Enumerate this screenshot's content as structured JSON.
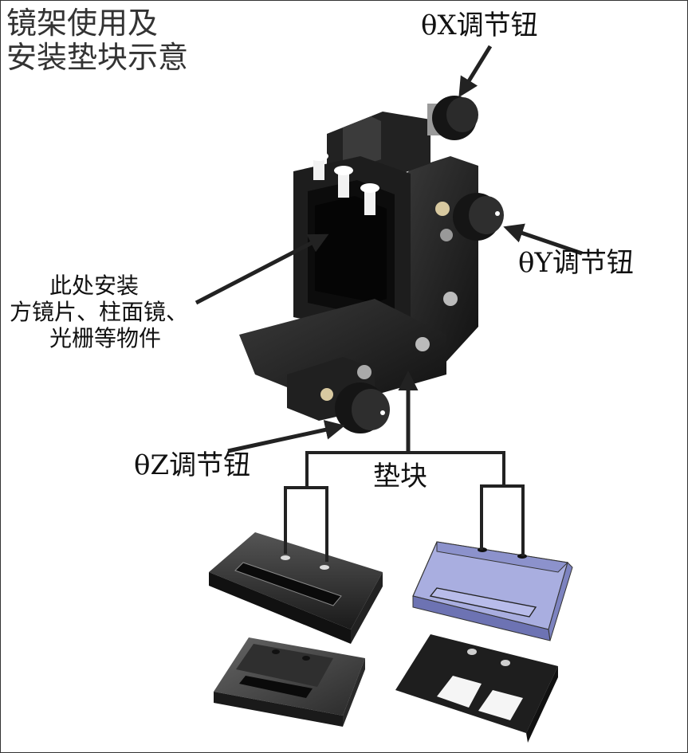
{
  "title": {
    "line1": "镜架使用及",
    "line2": "安装垫块示意"
  },
  "labels": {
    "theta_x": "θX调节钮",
    "theta_y": "θY调节钮",
    "theta_z": "θZ调节钮",
    "pad": "垫块",
    "mount_line1": "此处安装",
    "mount_line2": "方镜片、柱面镜、",
    "mount_line3": "光栅等物件"
  },
  "colors": {
    "metal": "#1c1c1c",
    "metal_highlight": "#4a4a4a",
    "pad_blue": "#a9aee0",
    "arrow": "#222222"
  }
}
